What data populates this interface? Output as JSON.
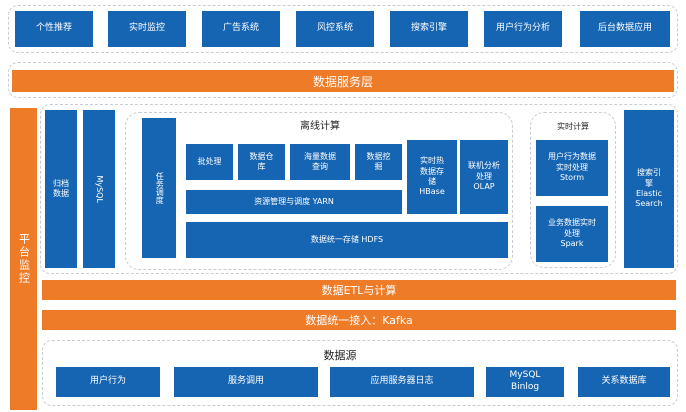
{
  "top_apps": [
    "个性推荐",
    "实时监控",
    "广告系统",
    "风控系统",
    "搜索引擎",
    "用户行为分析",
    "后台数据应用"
  ],
  "layers": {
    "data_service": "数据服务层",
    "etl": "数据ETL与计算",
    "ingest": "数据统一接入：Kafka"
  },
  "platform_monitor": "平台监控",
  "storage": {
    "archive": "归档\n数据",
    "mysql": "MySQL"
  },
  "offline": {
    "title": "离线计算",
    "scheduler": "任务调度",
    "batch": "批处理",
    "warehouse": "数据仓\n库",
    "massive_query": "海量数据\n查询",
    "mining": "数据挖\n掘",
    "realtime_hot_storage": "实时热\n数据存\n储\nHBase",
    "olap": "联机分析\n处理\nOLAP",
    "yarn": "资源管理与调度 YARN",
    "hdfs": "数据统一存储 HDFS"
  },
  "realtime": {
    "title": "实时计算",
    "storm": "用户行为数据\n实时处理\nStorm",
    "spark": "业务数据实时\n处理\nSpark"
  },
  "search_engine": "搜索引\n擎\nElastic\nSearch",
  "data_source": {
    "title": "数据源",
    "items": [
      "用户行为",
      "服务调用",
      "应用服务器日志",
      "MySQL\nBinlog",
      "关系数据库"
    ]
  },
  "colors": {
    "blue": "#1665b3",
    "orange": "#ee7b28"
  }
}
